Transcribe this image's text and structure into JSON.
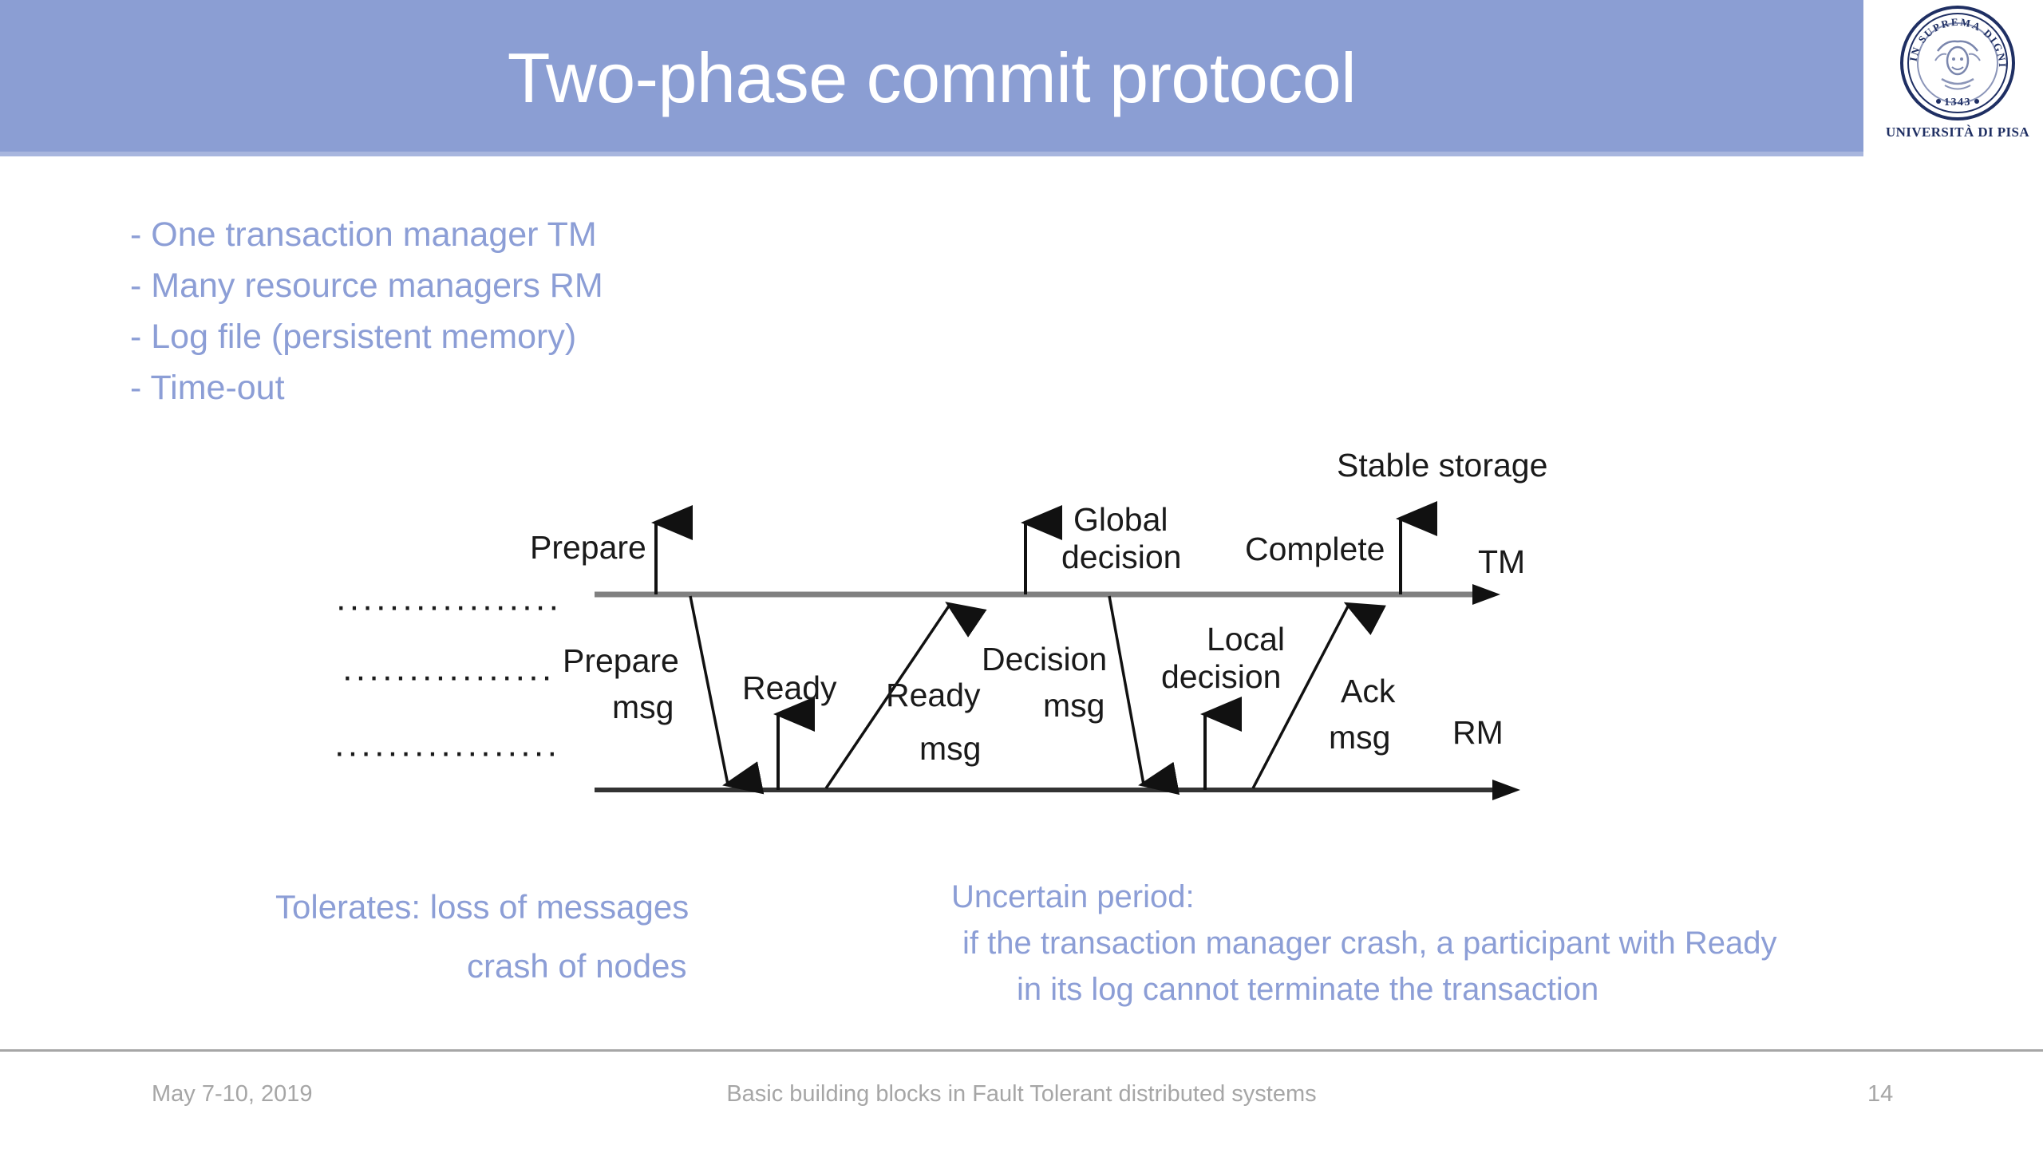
{
  "header": {
    "title": "Two-phase commit protocol",
    "band_color": "#8b9ed3",
    "title_color": "#ffffff"
  },
  "logo": {
    "name": "university-of-pisa-seal",
    "motto": "IN SUPREMA DIGNITATE",
    "year": "1343",
    "caption": "UNIVERSITÀ DI PISA",
    "color": "#1f2f63"
  },
  "bullets": {
    "text_color": "#8c9ed6",
    "items": [
      "- One transaction manager TM",
      "- Many resource managers RM",
      "- Log file (persistent memory)",
      "- Time-out"
    ]
  },
  "diagram": {
    "type": "sequence-timeline",
    "actors": [
      {
        "id": "tm",
        "label": "TM"
      },
      {
        "id": "rm",
        "label": "RM"
      }
    ],
    "annotations": {
      "stable_storage": "Stable storage"
    },
    "ellipsis_rows": [
      "·················",
      "················",
      "·················"
    ],
    "tm_events": [
      {
        "label": "Prepare",
        "direction": "up-to-stable-storage"
      },
      {
        "label": "Global decision",
        "direction": "up-to-stable-storage"
      },
      {
        "label": "Complete",
        "direction": "up-to-stable-storage"
      }
    ],
    "rm_events": [
      {
        "label": "Ready",
        "direction": "up-to-stable-storage"
      },
      {
        "label": "Local decision",
        "direction": "up-to-stable-storage"
      }
    ],
    "messages": [
      {
        "label_line1": "Prepare",
        "label_line2": "msg",
        "from": "tm",
        "to": "rm"
      },
      {
        "label_line1": "Ready",
        "label_line2": "msg",
        "from": "rm",
        "to": "tm"
      },
      {
        "label_line1": "Decision",
        "label_line2": "msg",
        "from": "tm",
        "to": "rm"
      },
      {
        "label_line1": "Ack",
        "label_line2": "msg",
        "from": "rm",
        "to": "tm"
      }
    ]
  },
  "notes": {
    "tolerates_label": "Tolerates:  loss of messages",
    "tolerates_line2": "crash of nodes",
    "uncertain_line1": "Uncertain period:",
    "uncertain_line2": "if the transaction manager crash, a participant with Ready",
    "uncertain_line3": "in its log cannot terminate the transaction",
    "text_color": "#8c9ed6"
  },
  "footer": {
    "date": "May 7-10, 2019",
    "center": "Basic building blocks in Fault Tolerant distributed systems",
    "page": "14",
    "text_color": "#a6a6a6"
  }
}
